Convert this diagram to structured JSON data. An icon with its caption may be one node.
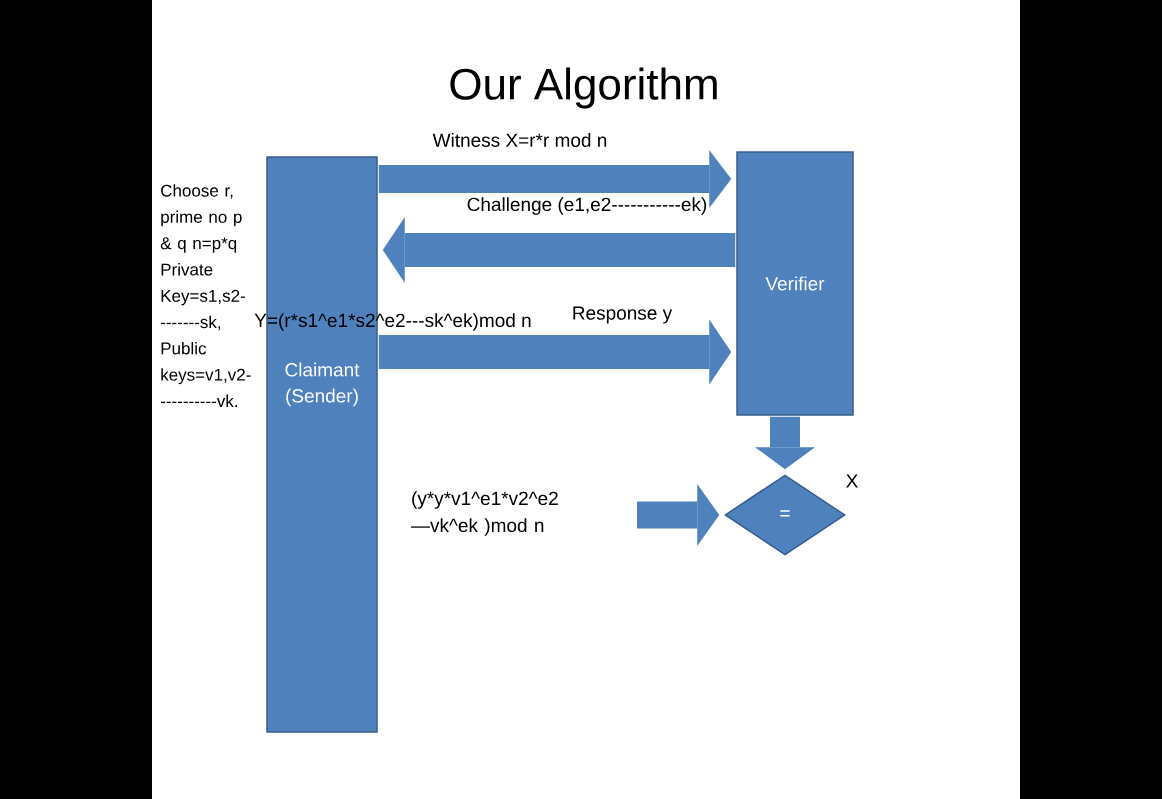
{
  "diagram": {
    "title": "Our Algorithm",
    "nodes": [
      {
        "text": [
          "Claimant (Sender)"
        ]
      },
      {
        "text": [
          "Verifier"
        ]
      },
      {
        "text": [
          "="
        ]
      },
      {
        "text": [
          "(y*y*v1^e1*v2^e2 —vk^ek )mod n"
        ]
      }
    ],
    "edges": [
      {
        "from": 0,
        "to": 1,
        "arrow": "to",
        "label": "Witness X=r*r mod n"
      },
      {
        "from": 1,
        "to": 0,
        "arrow": "to",
        "label": "Challenge (e1,e2-----------ek)"
      },
      {
        "from": 0,
        "to": 1,
        "arrow": "to",
        "label": "Response y"
      },
      {
        "from": 1,
        "to": 2,
        "arrow": "to"
      },
      {
        "from": 3,
        "to": 2,
        "arrow": "to"
      }
    ],
    "labels": [
      "Choose r, prime no p & q n=p*q Private Key=s1,s2--------sk, Public keys=v1,v2-----------vk.",
      "Y=(r*s1^e1*s2^e2---sk^ek)mod n",
      "X"
    ]
  }
}
